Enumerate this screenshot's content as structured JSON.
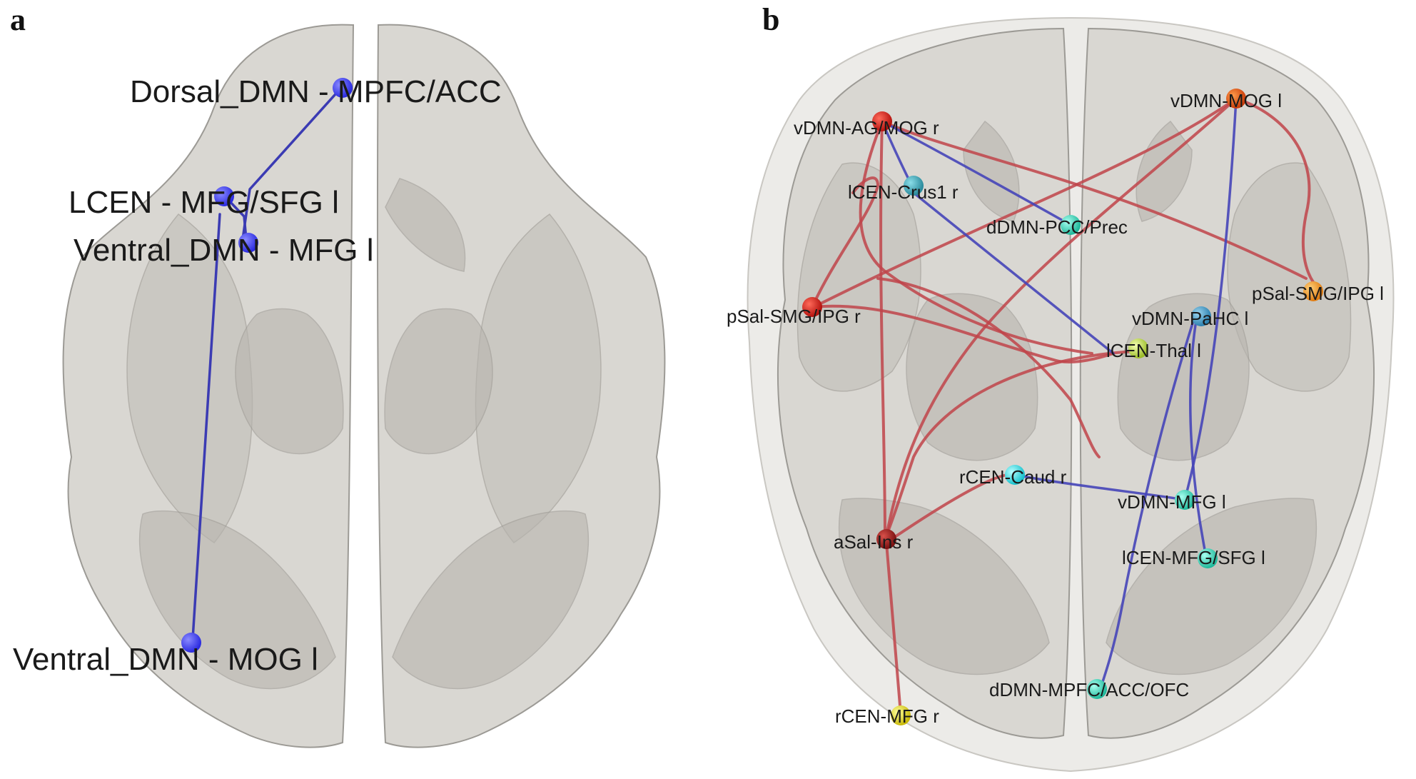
{
  "panels": [
    {
      "letter": "a",
      "nodes": [
        {
          "id": "a-dmpfc",
          "label": "Dorsal_DMN - MPFC/ACC",
          "color": "#3b3bff"
        },
        {
          "id": "a-lcen",
          "label": "LCEN - MFG/SFG l",
          "color": "#3b3bff"
        },
        {
          "id": "a-vdmnmfg",
          "label": "Ventral_DMN - MFG l",
          "color": "#3b3bff"
        },
        {
          "id": "a-vdmnmog",
          "label": "Ventral_DMN - MOG l",
          "color": "#3b3bff"
        }
      ],
      "edges": [
        {
          "from": "a-dmpfc",
          "to": "a-vdmnmfg",
          "color": "blue"
        },
        {
          "from": "a-lcen",
          "to": "a-vdmnmfg",
          "color": "blue"
        },
        {
          "from": "a-lcen",
          "to": "a-vdmnmog",
          "color": "blue"
        }
      ]
    },
    {
      "letter": "b",
      "nodes": [
        {
          "id": "b-vdmnac",
          "label": "vDMN-AG/MOG r",
          "color": "#d8201c"
        },
        {
          "id": "b-vdmnmog",
          "label": "vDMN-MOG l",
          "color": "#e0560f"
        },
        {
          "id": "b-lcencrus",
          "label": "lCEN-Crus1 r",
          "color": "#3a9fb0"
        },
        {
          "id": "b-dmnpcc",
          "label": "dDMN-PCC/Prec",
          "color": "#2fd3a8"
        },
        {
          "id": "b-psalr",
          "label": "pSal-SMG/IPG r",
          "color": "#d8201c"
        },
        {
          "id": "b-psall",
          "label": "pSal-SMG/IPG l",
          "color": "#f39a1e"
        },
        {
          "id": "b-vdmnpahc",
          "label": "vDMN-PaHC l",
          "color": "#3a9fc9"
        },
        {
          "id": "b-lcenthal",
          "label": "lCEN-Thal l",
          "color": "#c6e34a"
        },
        {
          "id": "b-rcencaud",
          "label": "rCEN-Caud r",
          "color": "#2fe0e8"
        },
        {
          "id": "b-vdmnmfg",
          "label": "vDMN-MFG l",
          "color": "#2fd3c0"
        },
        {
          "id": "b-asalins",
          "label": "aSal-Ins r",
          "color": "#a8201c"
        },
        {
          "id": "b-lcenmfg",
          "label": "lCEN-MFG/SFG l",
          "color": "#3de0c8"
        },
        {
          "id": "b-dmnmpfc",
          "label": "dDMN-MPFC/ACC/OFC",
          "color": "#2fc7b0"
        },
        {
          "id": "b-rcenmfg",
          "label": "rCEN-MFG r",
          "color": "#e8e02a"
        }
      ]
    }
  ]
}
